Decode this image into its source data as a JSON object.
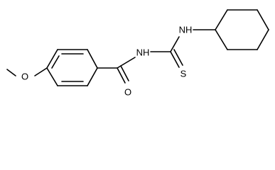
{
  "molecule": {
    "atoms": {
      "methoxy_oxygen": "O",
      "carbonyl_oxygen": "O",
      "amide_nitrogen": "NH",
      "thio_nitrogen": "NH",
      "sulfur": "S"
    },
    "colors": {
      "bond": "#000000",
      "label": "#000000",
      "background": "#ffffff"
    }
  }
}
